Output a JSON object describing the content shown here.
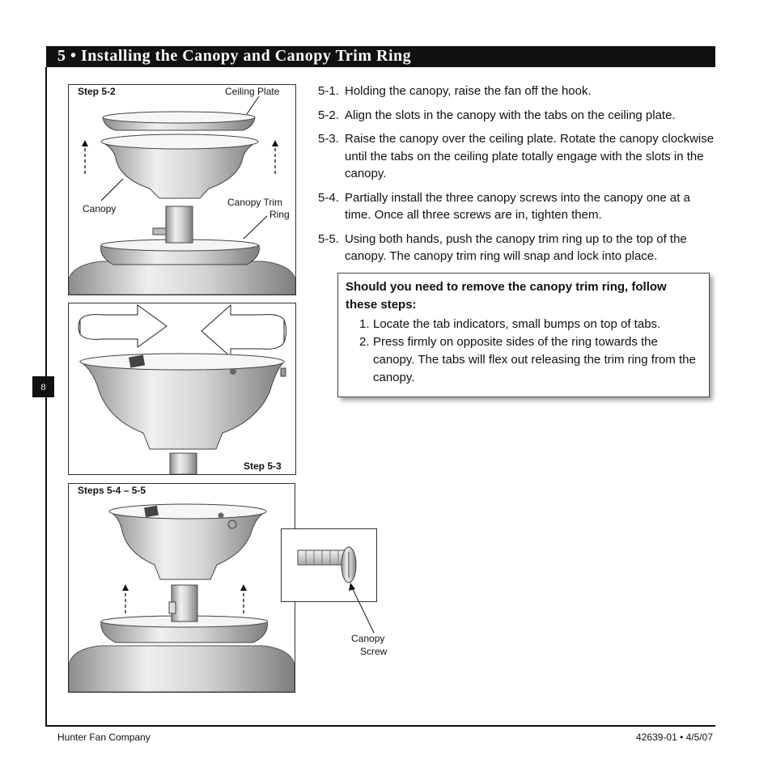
{
  "header": {
    "title": "5 • Installing the Canopy and Canopy Trim Ring"
  },
  "page_number": "8",
  "footer": {
    "left": "Hunter Fan Company",
    "right": "42639-01 • 4/5/07"
  },
  "figures": {
    "fig1": {
      "step_label": "Step 5-2",
      "ceiling_plate": "Ceiling Plate",
      "canopy": "Canopy",
      "trim_ring_line1": "Canopy Trim",
      "trim_ring_line2": "Ring"
    },
    "fig2": {
      "step_label": "Step 5-3"
    },
    "fig3": {
      "step_label": "Steps 5-4 – 5-5"
    },
    "screw": {
      "line1": "Canopy",
      "line2": "Screw"
    }
  },
  "steps": [
    {
      "num": "5-1.",
      "text": "Holding the canopy, raise the fan off the hook."
    },
    {
      "num": "5-2.",
      "text": "Align the slots in the canopy with the tabs on the ceiling plate."
    },
    {
      "num": "5-3.",
      "text": "Raise the canopy over the ceiling plate. Rotate the canopy clockwise until the tabs on the ceiling plate totally engage with the slots in the canopy."
    },
    {
      "num": "5-4.",
      "text": "Partially install the three canopy screws into the canopy one at a time. Once all three screws are in, tighten them."
    },
    {
      "num": "5-5.",
      "text": "Using both hands, push the canopy trim ring up to the top of the canopy. The canopy trim ring will snap and lock into place."
    }
  ],
  "note": {
    "title": "Should you need to remove the canopy trim ring, follow these steps:",
    "items": [
      {
        "num": "1.",
        "text": "Locate the tab indicators, small bumps on top of tabs."
      },
      {
        "num": "2.",
        "text": "Press firmly on opposite sides of the ring towards the canopy. The tabs will flex out releasing the trim ring from the canopy."
      }
    ]
  },
  "colors": {
    "header_bg": "#111111",
    "metal_light": "#e6e6e6",
    "metal_dark": "#8a8a8a"
  }
}
